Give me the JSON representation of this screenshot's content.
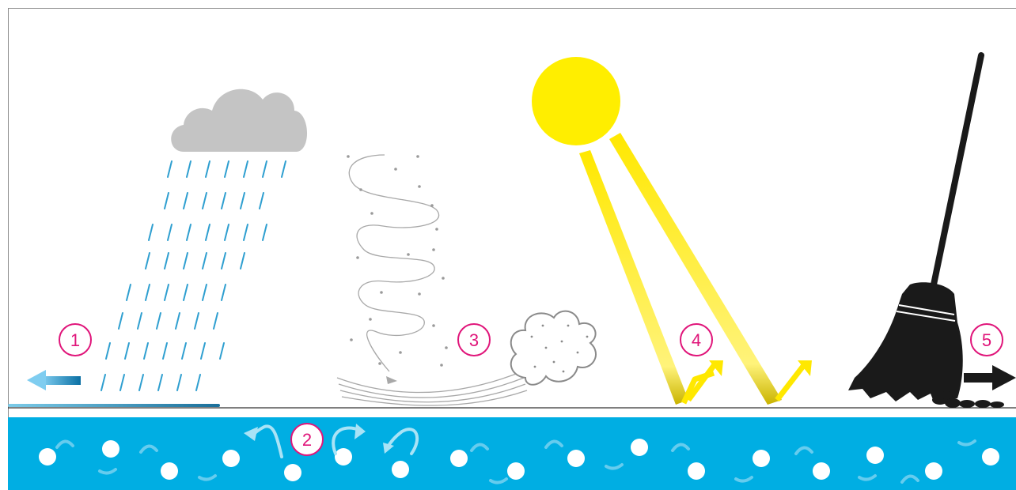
{
  "labels": {
    "one": "1",
    "two": "2",
    "three": "3",
    "four": "4",
    "five": "5"
  },
  "colors": {
    "frame": "#8a8a8a",
    "cloud": "#c4c4c4",
    "rain": "#2f9fd0",
    "water": "#00aee3",
    "water_arrow": "#7fd3f0",
    "water_arrow_light": "#a9e3f6",
    "sun": "#ffee00",
    "ray": "#ffee33",
    "ray_dark": "#c8b400",
    "reflect_arrow": "#ffe800",
    "broom": "#1a1a1a",
    "number_ring": "#e0157a",
    "wind": "#9a9a9a"
  },
  "icons": {
    "rain": "rain-cloud-icon",
    "wind": "whirlwind-icon",
    "dust": "dust-cloud-icon",
    "sun": "sun-icon",
    "broom": "broom-icon",
    "particles": "particle-icon"
  }
}
